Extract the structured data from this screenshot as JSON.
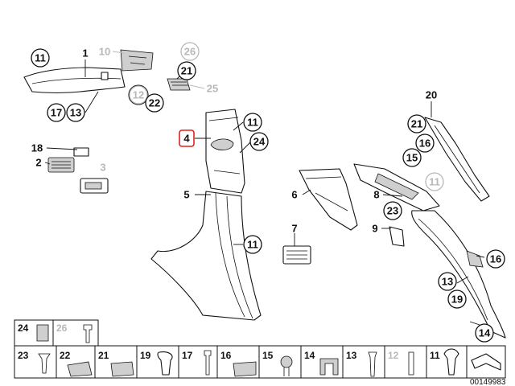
{
  "diagram": {
    "reference_code": "00149983",
    "callouts": [
      {
        "id": "c11a",
        "label": "11",
        "ghost": false
      },
      {
        "id": "c1",
        "label": "1",
        "ghost": false
      },
      {
        "id": "c10",
        "label": "10",
        "ghost": true
      },
      {
        "id": "c26a",
        "label": "26",
        "ghost": true
      },
      {
        "id": "c21a",
        "label": "21",
        "ghost": false
      },
      {
        "id": "c25",
        "label": "25",
        "ghost": true
      },
      {
        "id": "c12a",
        "label": "12",
        "ghost": true
      },
      {
        "id": "c22a",
        "label": "22",
        "ghost": false
      },
      {
        "id": "c17a",
        "label": "17",
        "ghost": false
      },
      {
        "id": "c13a",
        "label": "13",
        "ghost": false
      },
      {
        "id": "c4",
        "label": "4",
        "ghost": false
      },
      {
        "id": "c11b",
        "label": "11",
        "ghost": false
      },
      {
        "id": "c24a",
        "label": "24",
        "ghost": false
      },
      {
        "id": "c18",
        "label": "18",
        "ghost": false
      },
      {
        "id": "c2",
        "label": "2",
        "ghost": false
      },
      {
        "id": "c3",
        "label": "3",
        "ghost": true
      },
      {
        "id": "c5",
        "label": "5",
        "ghost": false
      },
      {
        "id": "c11c",
        "label": "11",
        "ghost": false
      },
      {
        "id": "c6",
        "label": "6",
        "ghost": false
      },
      {
        "id": "c7",
        "label": "7",
        "ghost": false
      },
      {
        "id": "c20",
        "label": "20",
        "ghost": false
      },
      {
        "id": "c21b",
        "label": "21",
        "ghost": false
      },
      {
        "id": "c16a",
        "label": "16",
        "ghost": false
      },
      {
        "id": "c15a",
        "label": "15",
        "ghost": false
      },
      {
        "id": "c11d",
        "label": "11",
        "ghost": true
      },
      {
        "id": "c8",
        "label": "8",
        "ghost": false
      },
      {
        "id": "c23a",
        "label": "23",
        "ghost": false
      },
      {
        "id": "c9",
        "label": "9",
        "ghost": false
      },
      {
        "id": "c16b",
        "label": "16",
        "ghost": false
      },
      {
        "id": "c13b",
        "label": "13",
        "ghost": false
      },
      {
        "id": "c19a",
        "label": "19",
        "ghost": false
      },
      {
        "id": "c14a",
        "label": "14",
        "ghost": false
      }
    ],
    "legend": [
      {
        "label": "24",
        "ghost": false
      },
      {
        "label": "26",
        "ghost": true
      },
      {
        "label": "23",
        "ghost": false
      },
      {
        "label": "22",
        "ghost": false
      },
      {
        "label": "21",
        "ghost": false
      },
      {
        "label": "19",
        "ghost": false
      },
      {
        "label": "17",
        "ghost": false
      },
      {
        "label": "16",
        "ghost": false
      },
      {
        "label": "15",
        "ghost": false
      },
      {
        "label": "14",
        "ghost": false
      },
      {
        "label": "13",
        "ghost": false
      },
      {
        "label": "12",
        "ghost": true
      },
      {
        "label": "11",
        "ghost": false
      }
    ]
  }
}
